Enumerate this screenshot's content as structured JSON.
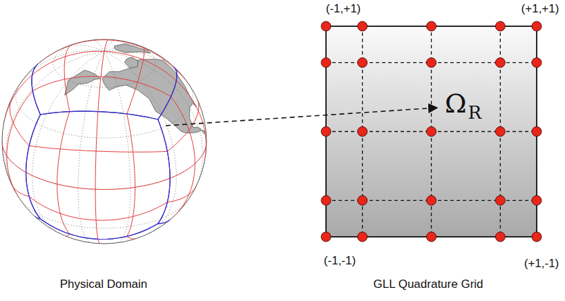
{
  "diagram": {
    "labels": [
      "(-1,+1)",
      "(+1,+1)",
      "(-1,-1)",
      "(+1,-1)",
      "Ω",
      "R",
      "Physical Domain",
      "GLL Quadrature Grid"
    ]
  }
}
